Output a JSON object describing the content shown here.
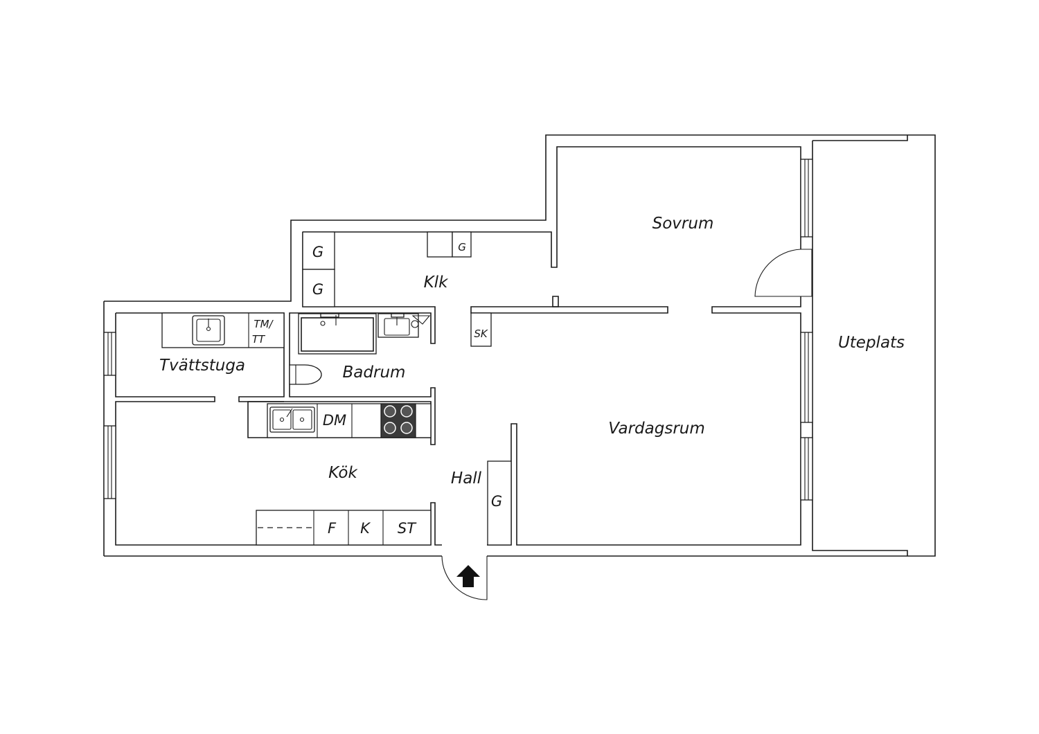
{
  "rooms": {
    "sovrum": "Sovrum",
    "klk": "Klk",
    "uteplats": "Uteplats",
    "tvattstuga": "Tvättstuga",
    "badrum": "Badrum",
    "vardagsrum": "Vardagsrum",
    "kok": "Kök",
    "hall": "Hall"
  },
  "fixtures": {
    "closet_label": "G",
    "dishwasher": "DM",
    "fridge": "F",
    "freezer": "K",
    "stove_cabinet": "ST",
    "washer_dryer_line1": "TM/",
    "washer_dryer_line2": "TT",
    "sk": "SK"
  },
  "colors": {
    "line": "#1a1a1a",
    "background": "#ffffff",
    "stove": "#3a3a3a"
  },
  "icons": {
    "entrance": "entrance-arrow-icon"
  }
}
